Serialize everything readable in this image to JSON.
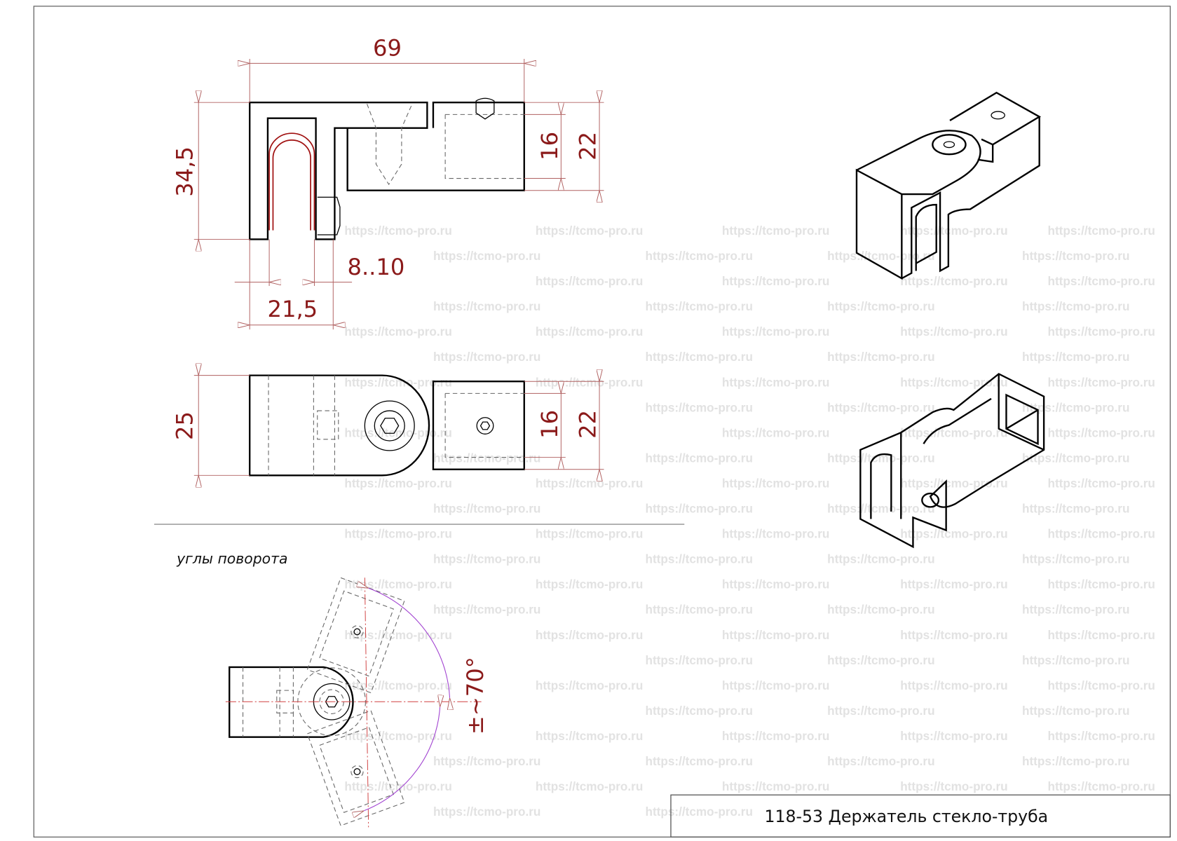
{
  "watermark": "https://tcmo-pro.ru",
  "top_view": {
    "dim_length": "69",
    "dim_height": "34,5",
    "dim_inner": "16",
    "dim_outer": "22",
    "dim_glass": "8..10",
    "dim_width": "21,5"
  },
  "plan_view": {
    "dim_width": "25",
    "dim_inner": "16",
    "dim_outer": "22"
  },
  "rotation": {
    "label": "углы поворота",
    "angle": "±~70°"
  },
  "title_block": {
    "title": "118-53 Держатель стекло-труба"
  },
  "colors": {
    "dimension": "#8b1a1a",
    "rotation_arc": "#a040d0",
    "glass_profile": "#a01010"
  }
}
